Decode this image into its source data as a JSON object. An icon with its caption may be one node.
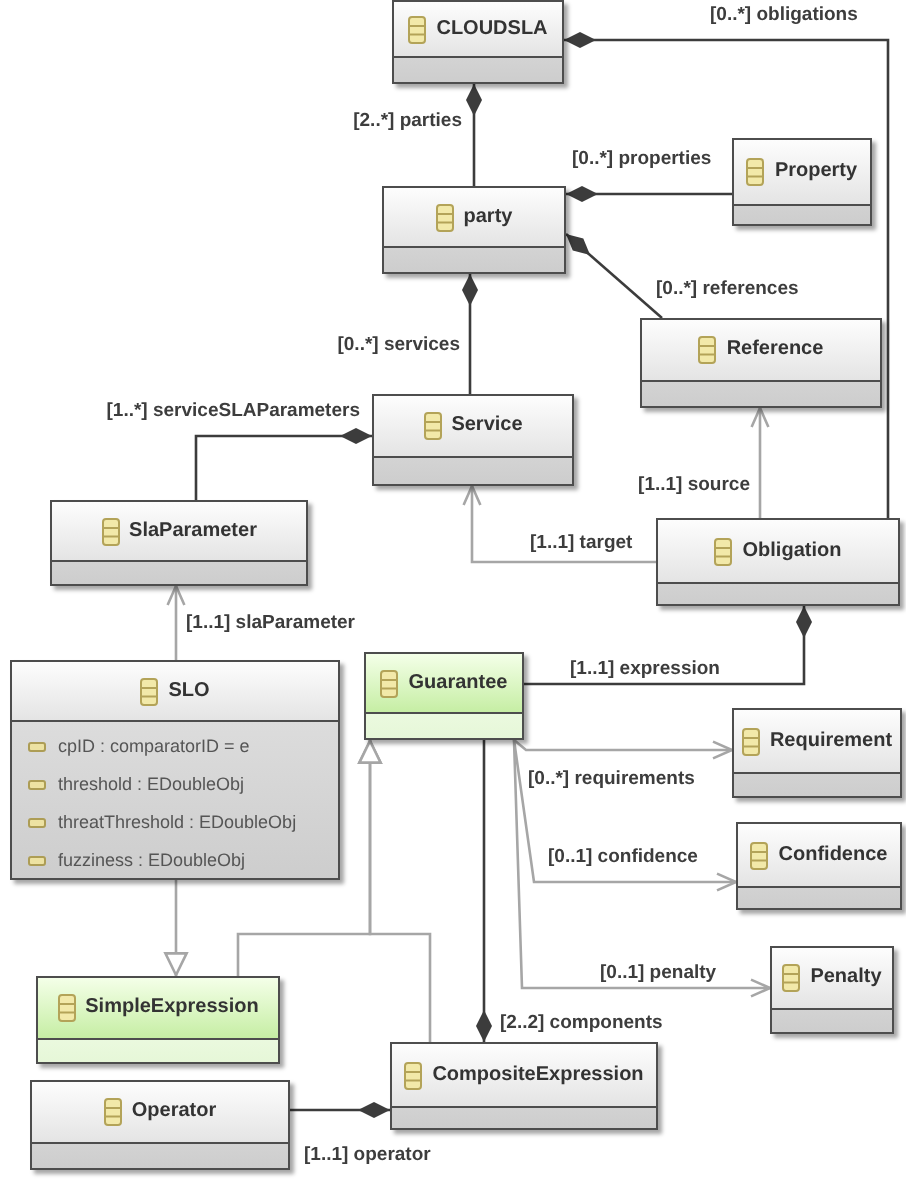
{
  "diagram": {
    "nodes": [
      {
        "text": [
          "CLOUDSLA"
        ]
      },
      {
        "text": [
          "party"
        ]
      },
      {
        "text": [
          "Property"
        ]
      },
      {
        "text": [
          "Reference"
        ]
      },
      {
        "text": [
          "Service"
        ]
      },
      {
        "text": [
          "SlaParameter"
        ]
      },
      {
        "text": [
          "Obligation"
        ]
      },
      {
        "text": [
          "SLO",
          "cpID : comparatorID = e",
          "threshold : EDoubleObj",
          "threatThreshold : EDoubleObj",
          "fuzziness : EDoubleObj"
        ]
      },
      {
        "text": [
          "Guarantee"
        ]
      },
      {
        "text": [
          "Requirement"
        ]
      },
      {
        "text": [
          "Confidence"
        ]
      },
      {
        "text": [
          "Penalty"
        ]
      },
      {
        "text": [
          "SimpleExpression"
        ]
      },
      {
        "text": [
          "CompositeExpression"
        ]
      },
      {
        "text": [
          "Operator"
        ]
      }
    ],
    "edges": [
      {
        "from": 0,
        "to": 1,
        "arrow": "other",
        "label": "[2..*] parties"
      },
      {
        "from": 0,
        "to": 6,
        "arrow": "other",
        "label": "[0..*] obligations"
      },
      {
        "from": 1,
        "to": 2,
        "arrow": "other",
        "label": "[0..*] properties"
      },
      {
        "from": 1,
        "to": 3,
        "arrow": "other",
        "label": "[0..*] references"
      },
      {
        "from": 1,
        "to": 4,
        "arrow": "other",
        "label": "[0..*] services"
      },
      {
        "from": 4,
        "to": 5,
        "arrow": "other",
        "label": "[1..*] serviceSLAParameters"
      },
      {
        "from": 6,
        "to": 4,
        "arrow": "to",
        "label": "[1..1] target",
        "color": "#a6a6a6"
      },
      {
        "from": 6,
        "to": 3,
        "arrow": "to",
        "label": "[1..1] source",
        "color": "#a6a6a6"
      },
      {
        "from": 7,
        "to": 5,
        "arrow": "to",
        "label": "[1..1] slaParameter",
        "color": "#a6a6a6"
      },
      {
        "from": 6,
        "to": 8,
        "arrow": "other",
        "label": "[1..1] expression"
      },
      {
        "from": 8,
        "to": 9,
        "arrow": "to",
        "label": "[0..*] requirements",
        "color": "#a6a6a6"
      },
      {
        "from": 8,
        "to": 10,
        "arrow": "to",
        "label": "[0..1] confidence",
        "color": "#a6a6a6"
      },
      {
        "from": 8,
        "to": 11,
        "arrow": "to",
        "label": "[0..1] penalty",
        "color": "#a6a6a6"
      },
      {
        "from": 13,
        "to": 8,
        "arrow": "other",
        "label": "[2..2] components"
      },
      {
        "from": 12,
        "to": 8,
        "arrow": "to",
        "color": "#a6a6a6"
      },
      {
        "from": 13,
        "to": 8,
        "arrow": "to",
        "color": "#a6a6a6"
      },
      {
        "from": 7,
        "to": 12,
        "arrow": "to",
        "color": "#a6a6a6"
      },
      {
        "from": 13,
        "to": 14,
        "arrow": "other",
        "label": "[1..1] operator"
      }
    ]
  }
}
